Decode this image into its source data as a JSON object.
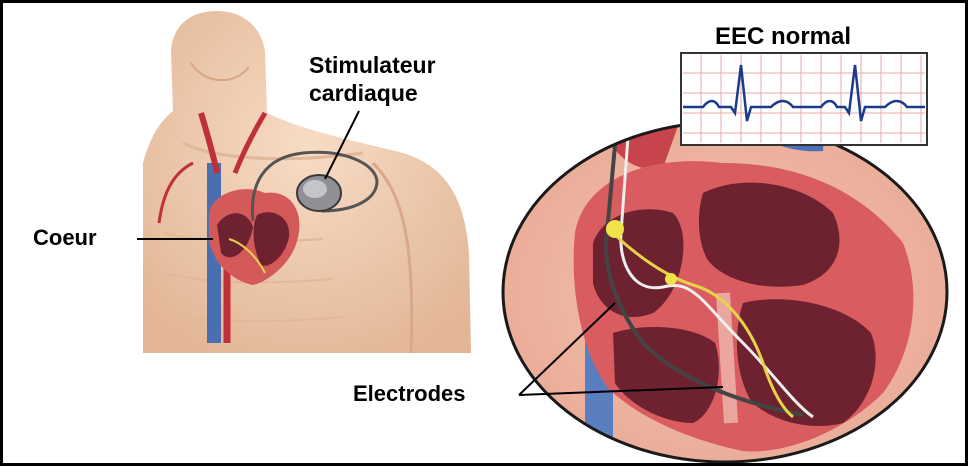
{
  "labels": {
    "pacemaker_line1": "Stimulateur",
    "pacemaker_line2": "cardiaque",
    "heart": "Coeur",
    "electrodes": "Electrodes",
    "ecg_title": "EEC normal"
  },
  "colors": {
    "skin": "#f2cdb0",
    "muscle": "#d45a5a",
    "chamber": "#6e2230",
    "artery": "#c0303a",
    "vein": "#4a6fb0",
    "nerve": "#e6d34a",
    "ecg_trace": "#1a3a8a",
    "ecg_grid": "#e7a8a8"
  }
}
